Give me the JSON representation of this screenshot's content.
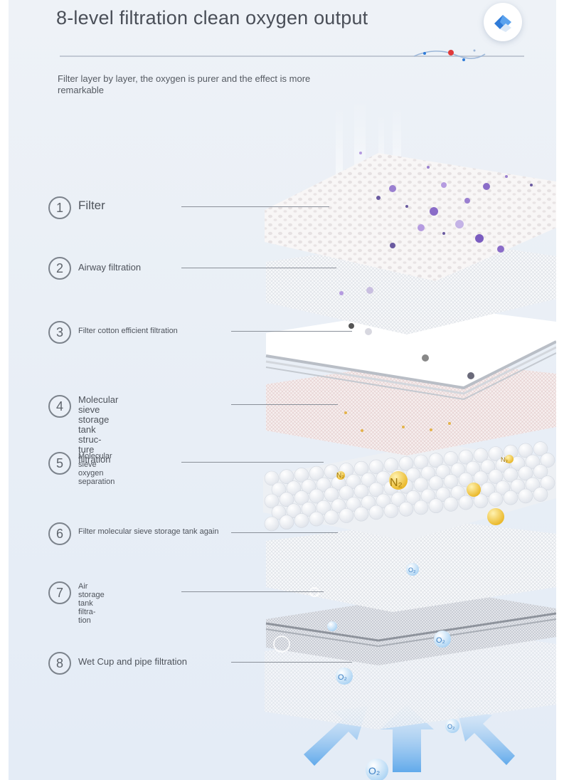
{
  "header": {
    "title": "8-level filtration clean oxygen output",
    "subtitle": "Filter layer by layer, the oxygen is purer and the effect is more remarkable",
    "logo_icon": "brand-drop-icon"
  },
  "steps": [
    {
      "number": "1",
      "label": "Filter"
    },
    {
      "number": "2",
      "label": "Airway filtration"
    },
    {
      "number": "3",
      "label": "Filter cotton efficient filtration"
    },
    {
      "number": "4",
      "label": "Molecular sieve storage tank struc-\nture filtration"
    },
    {
      "number": "5",
      "label": "Molecular sieve oxygen\nseparation"
    },
    {
      "number": "6",
      "label": "Filter molecular sieve storage tank again"
    },
    {
      "number": "7",
      "label": "Air storage tank filtra-\ntion"
    },
    {
      "number": "8",
      "label": "Wet Cup and pipe filtration"
    }
  ],
  "molecule_labels": {
    "nitrogen": "N₂",
    "oxygen": "O₂"
  },
  "colors": {
    "background": "#e9eff6",
    "text": "#4e535b",
    "accent_blue": "#2f7bd8",
    "accent_red": "#e03a3a",
    "nitrogen_gold": "#f2c230",
    "particle_purple": "#9a7fd0"
  }
}
